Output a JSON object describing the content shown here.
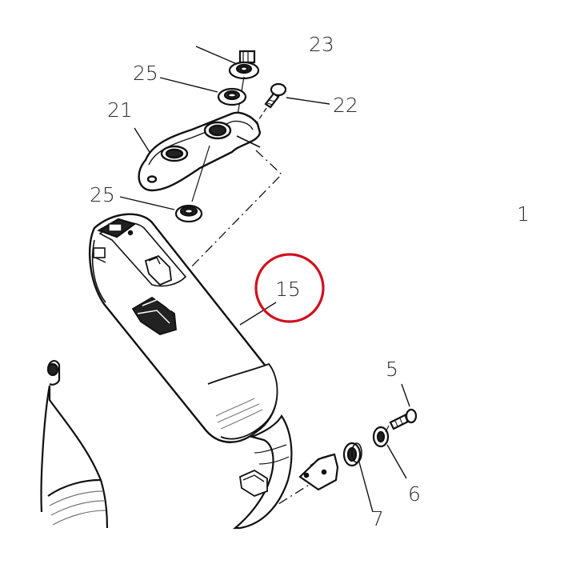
{
  "diagram": {
    "callouts": {
      "c23": "23",
      "c25_upper": "25",
      "c21": "21",
      "c22": "22",
      "c25_lower": "25",
      "c1": "1",
      "c15": "15",
      "c5": "5",
      "c6": "6",
      "c7": "7"
    },
    "highlight": {
      "part": "15",
      "color": "#d0101e"
    }
  }
}
